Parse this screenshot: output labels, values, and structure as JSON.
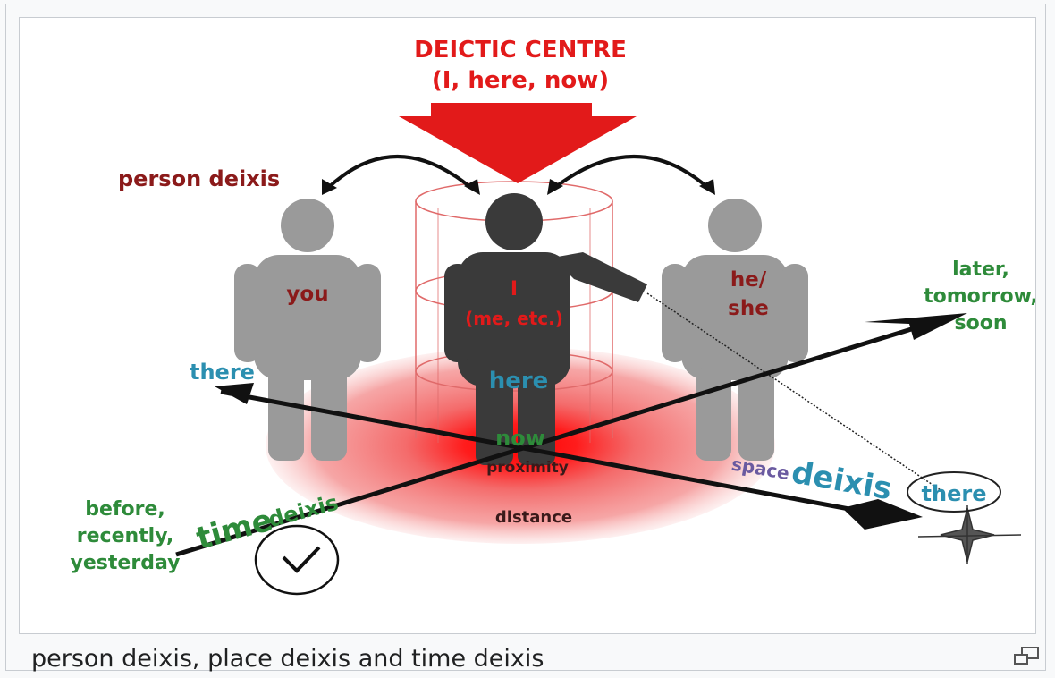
{
  "diagram": {
    "title_line1": "DEICTIC CENTRE",
    "title_line2": "(I, here, now)",
    "person_deixis_label": "person deixis",
    "figures": {
      "you": "you",
      "i_line1": "I",
      "i_line2": "(me, etc.)",
      "he_she_line1": "he/",
      "he_she_line2": "she"
    },
    "labels": {
      "here": "here",
      "now": "now",
      "proximity": "proximity",
      "distance": "distance",
      "there_left": "there",
      "there_right": "there",
      "space_deixis_small": "space",
      "space_deixis_big": "deixis",
      "time_deixis_small": "time",
      "time_deixis_big": "deixis",
      "future_line1": "later,",
      "future_line2": "tomorrow,",
      "future_line3": "soon",
      "past_line1": "before,",
      "past_line2": "recently,",
      "past_line3": "yesterday"
    },
    "colors": {
      "red": "#e21a1a",
      "dark_red": "#8b1a1a",
      "teal": "#2b8fb0",
      "green": "#2e8b3a",
      "gray_figure": "#9a9a9a",
      "dark_figure": "#3a3a3a"
    }
  },
  "caption": {
    "text": "person deixis, place deixis and time deixis"
  },
  "icons": {
    "enlarge": "magnify-clip-icon"
  }
}
